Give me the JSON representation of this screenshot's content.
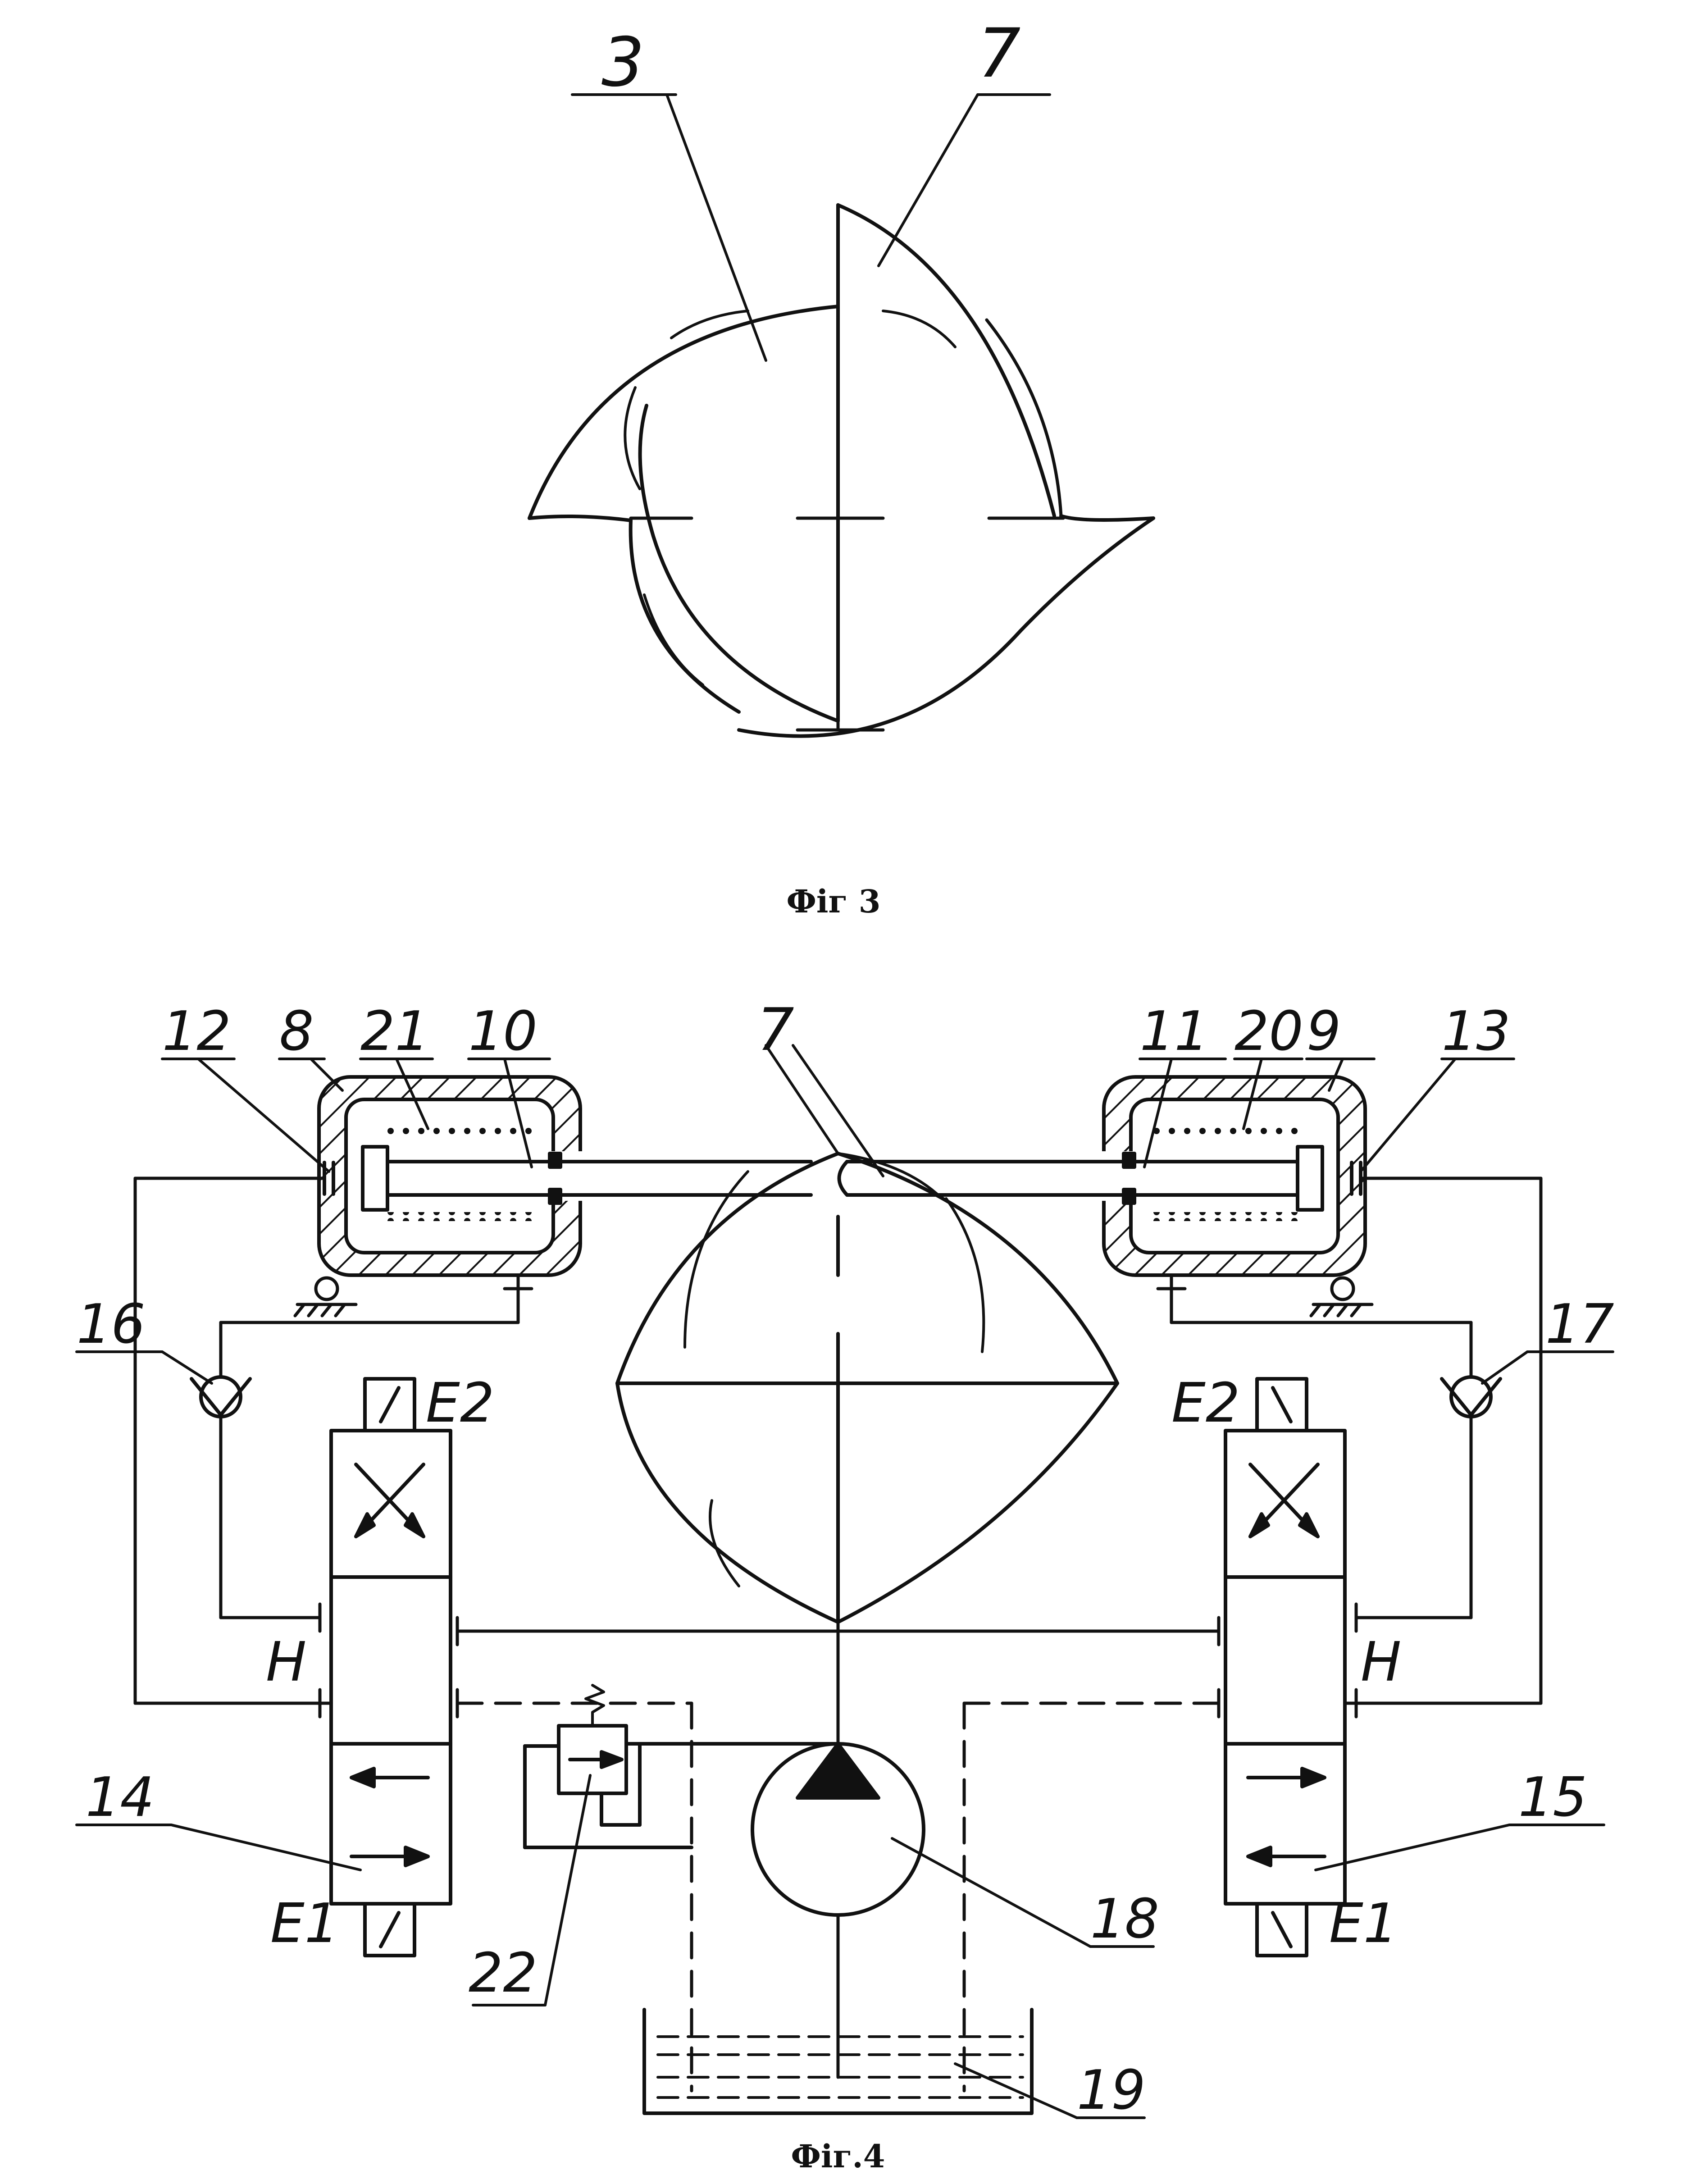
{
  "figure3": {
    "caption": "Фіг 3",
    "labels": {
      "part_3": "3",
      "part_7": "7"
    }
  },
  "figure4": {
    "caption": "Фіг.4",
    "labels": {
      "l12": "12",
      "l8": "8",
      "l21": "21",
      "l10": "10",
      "l7": "7",
      "l11": "11",
      "l20": "20",
      "l9": "9",
      "l13": "13",
      "l16": "16",
      "l17": "17",
      "le2_left": "E2",
      "le2_right": "E2",
      "lh_left": "H",
      "lh_right": "H",
      "l14": "14",
      "l15": "15",
      "le1_left": "E1",
      "le1_right": "E1",
      "l22": "22",
      "l18": "18",
      "l19": "19"
    }
  }
}
